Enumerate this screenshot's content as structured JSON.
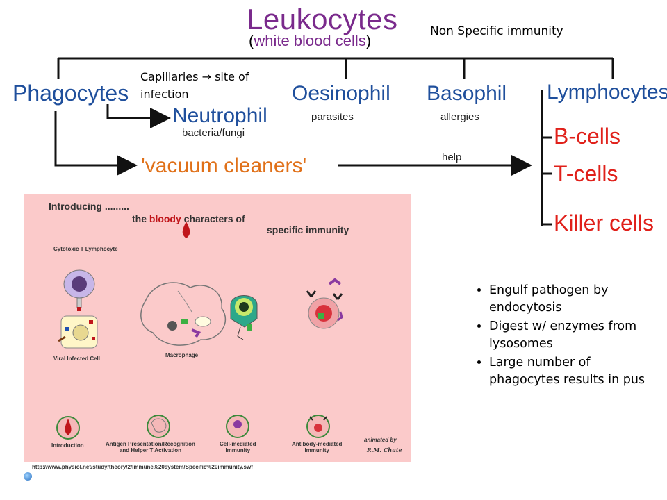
{
  "header": {
    "title": "Leukocytes",
    "subtitle_open": "(",
    "subtitle_text": "white blood cells",
    "subtitle_close": ")"
  },
  "annotations": {
    "non_specific": "Non Specific immunity",
    "capillaries_line1": "Capillaries",
    "capillaries_arrow": "→",
    "capillaries_rest": " site of infection",
    "help": "help"
  },
  "categories": {
    "phagocytes": "Phagocytes",
    "neutrophil": "Neutrophil",
    "neutrophil_sub": "bacteria/fungi",
    "oesinophil": "Oesinophil",
    "oesinophil_sub": "parasites",
    "basophil": "Basophil",
    "basophil_sub": "allergies",
    "lymphocytes": "Lymphocytes",
    "vacuum": "'vacuum cleaners'",
    "b_cells": "B-cells",
    "t_cells": "T-cells",
    "killer_cells": "Killer cells"
  },
  "bullets": [
    "Engulf pathogen by endocytosis",
    "Digest w/ enzymes from lysosomes",
    "Large number of phagocytes results in pus"
  ],
  "animation": {
    "intro1": "Introducing .........",
    "intro2_a": "the ",
    "intro2_b": "bloody",
    "intro2_c": " characters of",
    "intro3": "specific immunity",
    "ctl": "Cytotoxic T Lymphocyte",
    "viral": "Viral Infected Cell",
    "macrophage": "Macrophage",
    "nav": [
      {
        "label": "Introduction"
      },
      {
        "label": "Antigen Presentation/Recognition\nand Helper T Activation"
      },
      {
        "label": "Cell-mediated\nImmunity"
      },
      {
        "label": "Antibody-mediated\nImmunity"
      }
    ],
    "credit1": "animated by",
    "credit2": "R.M. Chute",
    "url": "http://www.physiol.net/study/theory/2/Immune%20system/Specific%20immunity.swf"
  },
  "colors": {
    "title": "#7a2a8c",
    "category_blue": "#1f4f9c",
    "lymph_red": "#e0201a",
    "vacuum_orange": "#e07018",
    "panel_pink": "#fbcaca"
  }
}
